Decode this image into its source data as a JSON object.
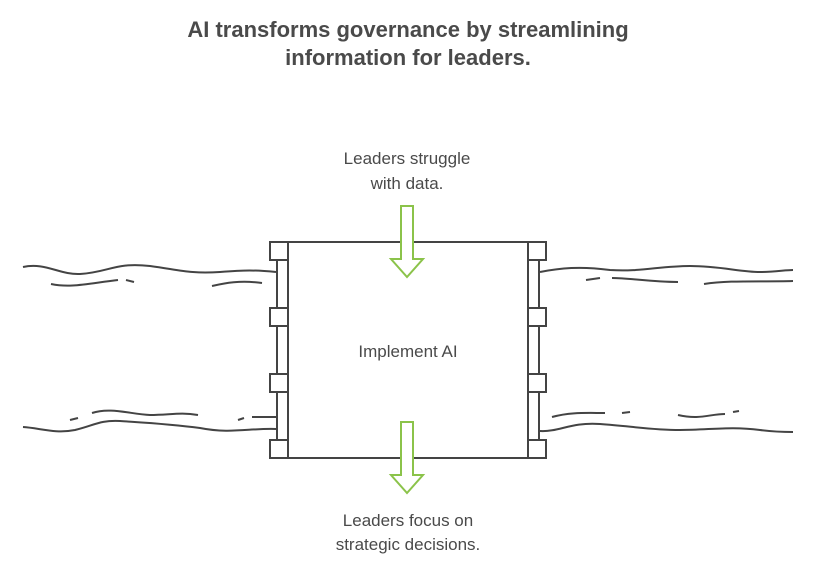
{
  "title": {
    "line1": "AI transforms governance by streamlining",
    "line2": "information for leaders."
  },
  "input": {
    "line1": "Leaders struggle",
    "line2": "with data."
  },
  "center": {
    "label": "Implement AI"
  },
  "output": {
    "line1": "Leaders focus on",
    "line2": "strategic decisions."
  },
  "colors": {
    "arrow": "#8bc34a",
    "stroke": "#444444",
    "text": "#4a4a4a"
  }
}
